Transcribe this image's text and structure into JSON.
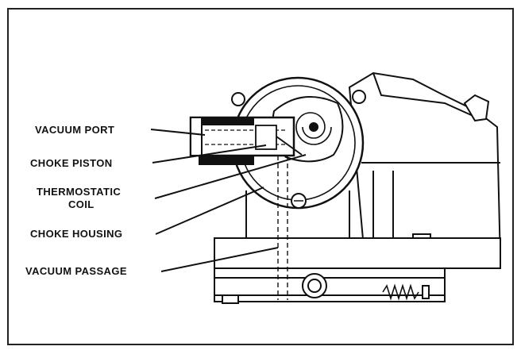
{
  "diagram": {
    "labels": [
      {
        "id": "vacuum-port",
        "lines": [
          "VACUUM PORT"
        ]
      },
      {
        "id": "choke-piston",
        "lines": [
          "CHOKE PISTON"
        ]
      },
      {
        "id": "thermostatic-coil",
        "lines": [
          "THERMOSTATIC",
          "COIL"
        ]
      },
      {
        "id": "choke-housing",
        "lines": [
          "CHOKE HOUSING"
        ]
      },
      {
        "id": "vacuum-passage",
        "lines": [
          "VACUUM PASSAGE"
        ]
      }
    ]
  },
  "colors": {
    "ink": "#111111",
    "paper": "#ffffff",
    "frame": "#222222"
  }
}
